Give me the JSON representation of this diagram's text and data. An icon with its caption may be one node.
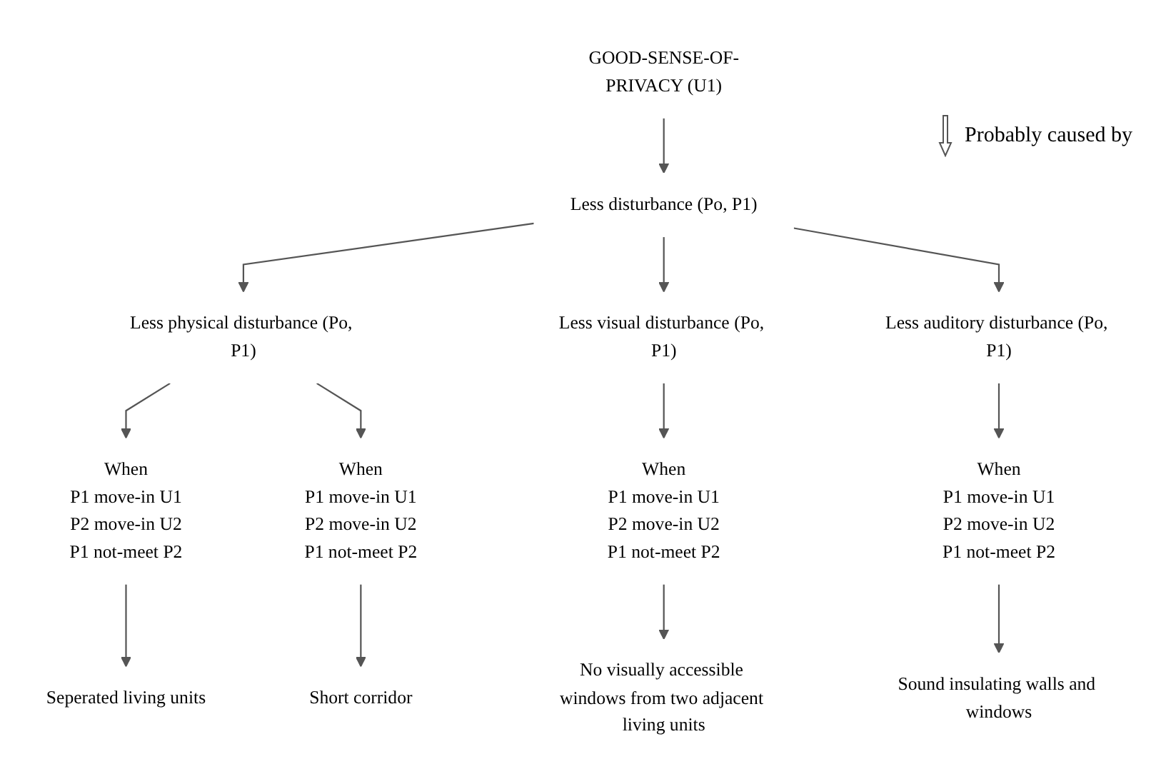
{
  "diagram": {
    "nodes": [
      {
        "text": [
          "GOOD-SENSE-OF-PRIVACY (U1)"
        ]
      },
      {
        "text": [
          "Less disturbance (Po, P1)"
        ]
      },
      {
        "text": [
          "Less physical disturbance (Po, P1)"
        ]
      },
      {
        "text": [
          "Less visual disturbance (Po, P1)"
        ]
      },
      {
        "text": [
          "Less auditory disturbance (Po, P1)"
        ]
      },
      {
        "text": [
          "When",
          "P1 move-in U1",
          "P2 move-in U2",
          "P1 not-meet P2"
        ]
      },
      {
        "text": [
          "When",
          "P1 move-in U1",
          "P2 move-in U2",
          "P1 not-meet P2"
        ]
      },
      {
        "text": [
          "When",
          "P1 move-in U1",
          "P2 move-in U2",
          "P1 not-meet P2"
        ]
      },
      {
        "text": [
          "When",
          "P1 move-in U1",
          "P2 move-in U2",
          "P1 not-meet P2"
        ]
      },
      {
        "text": [
          "Seperated living units"
        ]
      },
      {
        "text": [
          "Short corridor"
        ]
      },
      {
        "text": [
          "No visually accessible windows from two adjacent living units"
        ]
      },
      {
        "text": [
          "Sound insulating walls and windows"
        ]
      }
    ],
    "edges": [
      {
        "from": 0,
        "to": 1,
        "arrow": "to"
      },
      {
        "from": 1,
        "to": 2,
        "arrow": "to"
      },
      {
        "from": 1,
        "to": 3,
        "arrow": "to"
      },
      {
        "from": 1,
        "to": 4,
        "arrow": "to"
      },
      {
        "from": 2,
        "to": 5,
        "arrow": "to"
      },
      {
        "from": 2,
        "to": 6,
        "arrow": "to"
      },
      {
        "from": 3,
        "to": 7,
        "arrow": "to"
      },
      {
        "from": 4,
        "to": 8,
        "arrow": "to"
      },
      {
        "from": 5,
        "to": 9,
        "arrow": "to"
      },
      {
        "from": 6,
        "to": 10,
        "arrow": "to"
      },
      {
        "from": 7,
        "to": 11,
        "arrow": "to"
      },
      {
        "from": 8,
        "to": 12,
        "arrow": "to"
      }
    ],
    "legend": [
      {
        "text": "Probably caused by"
      }
    ]
  }
}
